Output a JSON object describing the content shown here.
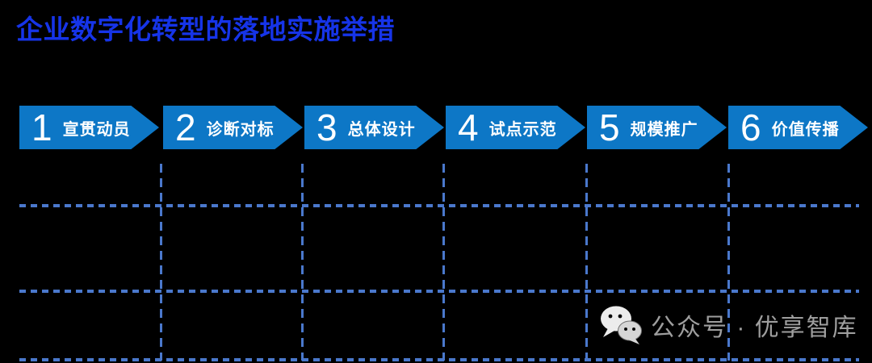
{
  "title": "企业数字化转型的落地实施举措",
  "steps": [
    {
      "num": "1",
      "label": "宣贯动员"
    },
    {
      "num": "2",
      "label": "诊断对标"
    },
    {
      "num": "3",
      "label": "总体设计"
    },
    {
      "num": "4",
      "label": "试点示范"
    },
    {
      "num": "5",
      "label": "规模推广"
    },
    {
      "num": "6",
      "label": "价值传播"
    }
  ],
  "watermark": {
    "icon": "wechat-icon",
    "text": "公众号 · 优享智库"
  },
  "colors": {
    "title-blue": "#1634e8",
    "arrow-blue": "#0d77c6",
    "dash-blue": "#4a78cc",
    "watermark-gray": "#9e9e9e",
    "bg": "#000000",
    "step-text": "#ffffff"
  }
}
